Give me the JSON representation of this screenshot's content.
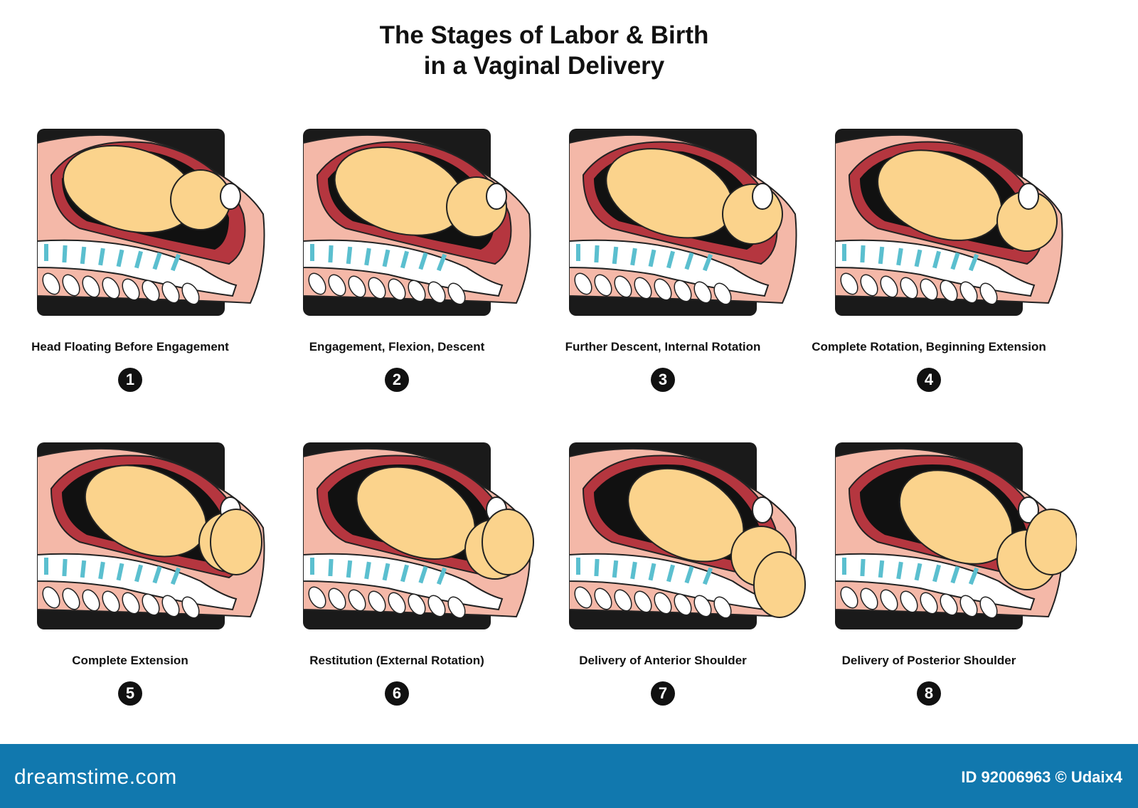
{
  "title_line1": "The Stages of Labor & Birth",
  "title_line2": "in a Vaginal Delivery",
  "stages": [
    {
      "number": "1",
      "label": "Head Floating Before Engagement"
    },
    {
      "number": "2",
      "label": "Engagement, Flexion, Descent"
    },
    {
      "number": "3",
      "label": "Further Descent, Internal Rotation"
    },
    {
      "number": "4",
      "label": "Complete Rotation, Beginning Extension"
    },
    {
      "number": "5",
      "label": "Complete Extension"
    },
    {
      "number": "6",
      "label": "Restitution (External Rotation)"
    },
    {
      "number": "7",
      "label": "Delivery of Anterior Shoulder"
    },
    {
      "number": "8",
      "label": "Delivery of Posterior Shoulder"
    }
  ],
  "footer": {
    "logo": "dreamstime.com",
    "credit": "ID 92006963 © Udaix4",
    "color": "#1178ae"
  },
  "colors": {
    "skin": "#f4b8a8",
    "uterus": "#b5363f",
    "fetus": "#fbd38c",
    "panel_bg": "#1a1a1a",
    "spine_disc": "#5bbfcf"
  }
}
